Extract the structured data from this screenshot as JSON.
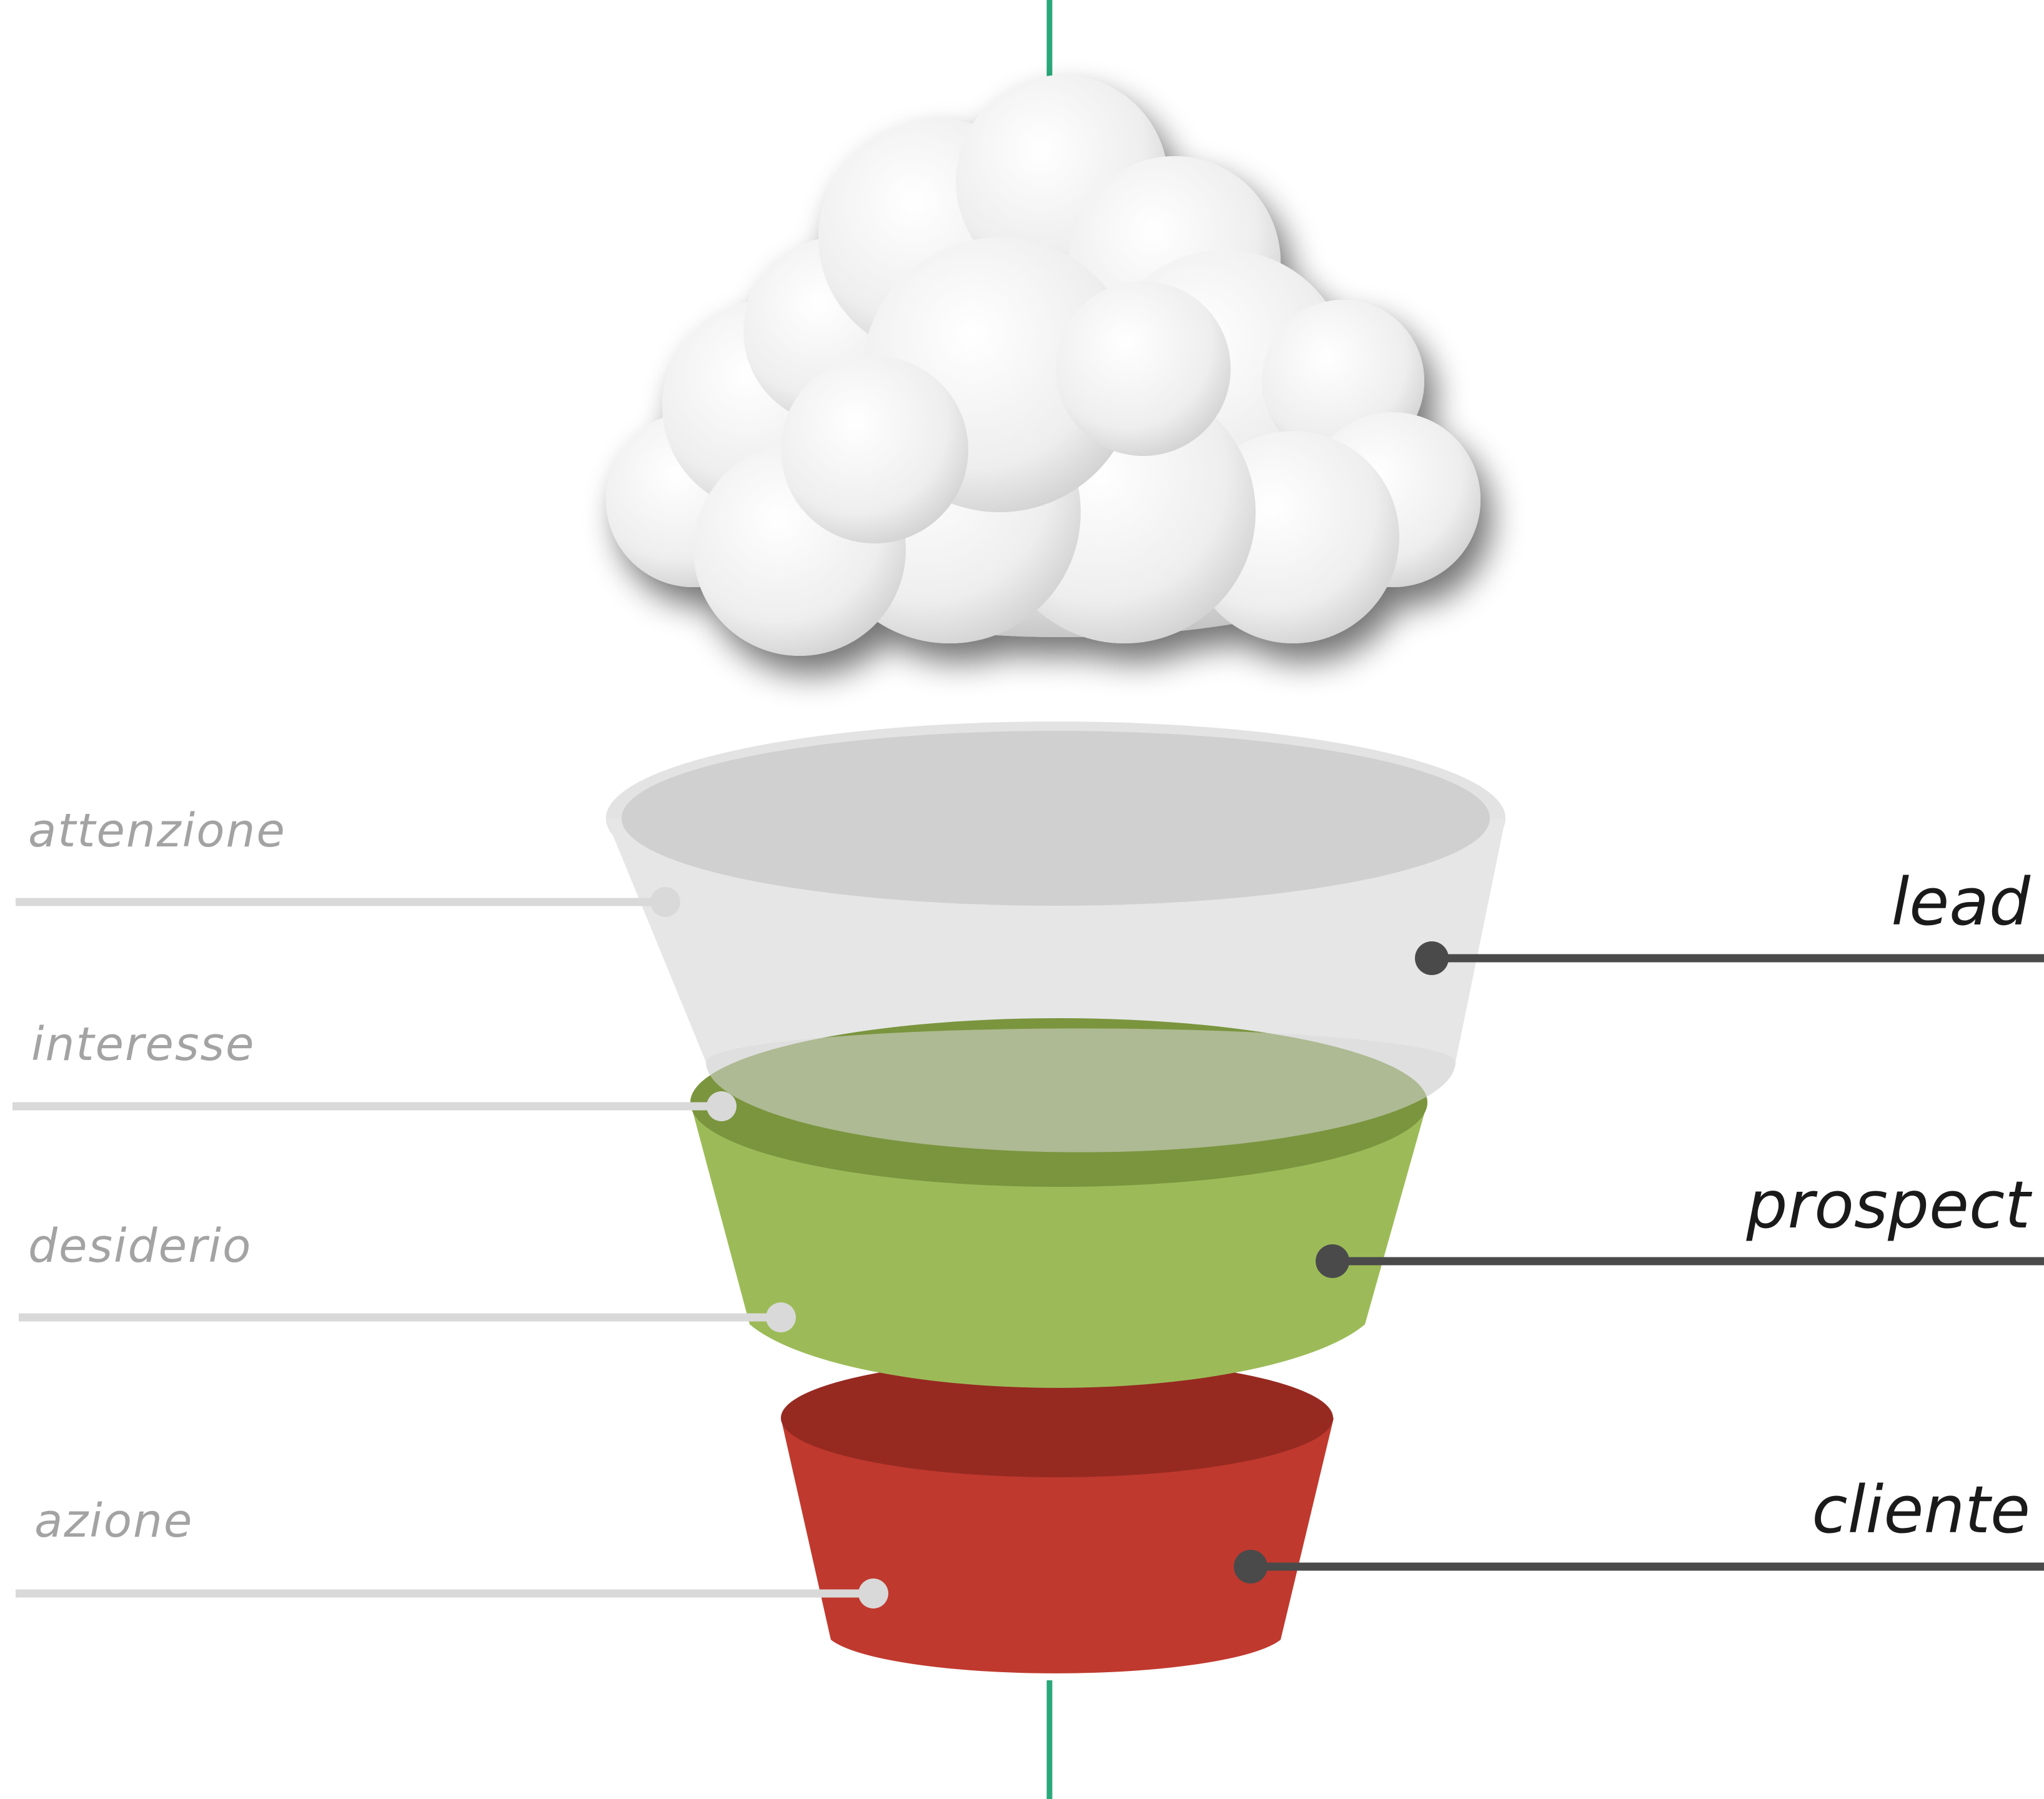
{
  "colors": {
    "background": "#ffffff",
    "axis_line": "#2aa87a",
    "funnel_top_rim": "#e3e3e3",
    "funnel_top_inner": "#d0d0d0",
    "funnel_top_body": "#e6e6e6",
    "funnel_middle_top": "#7a953e",
    "funnel_middle_body": "#9cbb58",
    "funnel_bottom_top": "#962a21",
    "funnel_bottom_body": "#c0392e",
    "left_connector": "#d9d9d9",
    "left_text": "#a3a3a3",
    "right_connector": "#4a4a4a",
    "right_text": "#1a1a1a"
  },
  "cloud": {
    "icon": "cloud-icon"
  },
  "stages_left": [
    {
      "label": "attenzione"
    },
    {
      "label": "interesse"
    },
    {
      "label": "desiderio"
    },
    {
      "label": "azione"
    }
  ],
  "stages_right": [
    {
      "label": "lead"
    },
    {
      "label": "prospect"
    },
    {
      "label": "cliente"
    }
  ]
}
